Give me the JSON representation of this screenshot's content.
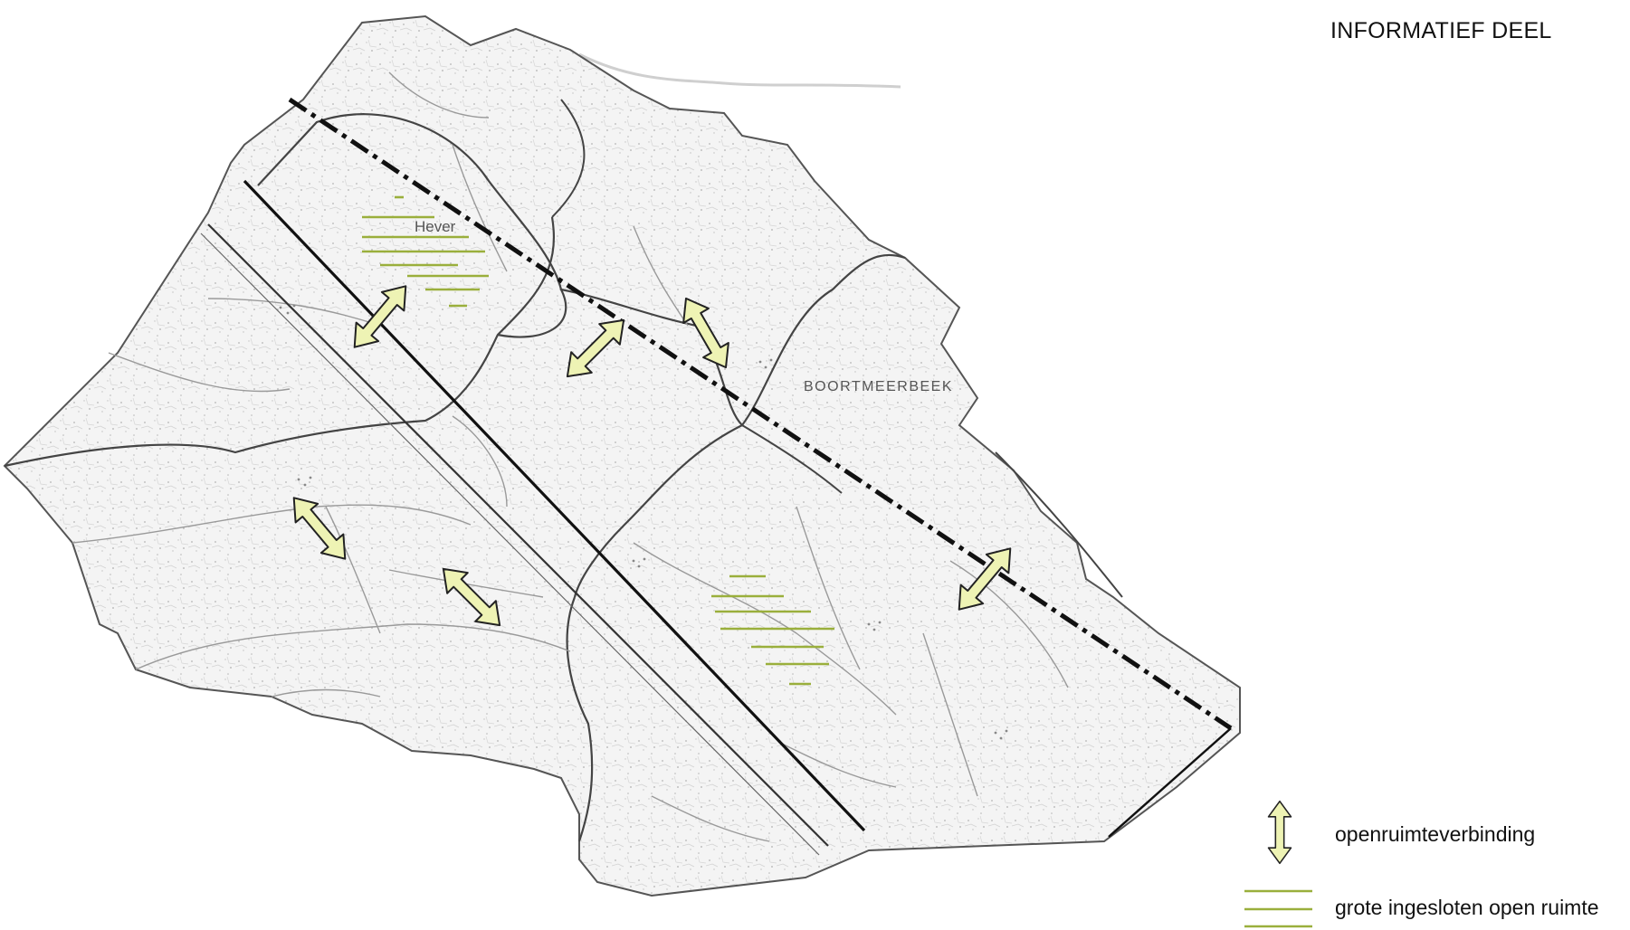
{
  "header": {
    "title": "INFORMATIEF DEEL"
  },
  "places": {
    "hever": "Hever",
    "boortmeerbeek": "BOORTMEERBEEK"
  },
  "legend": {
    "items": [
      {
        "icon": "double-arrow-icon",
        "label": "openruimteverbinding"
      },
      {
        "icon": "green-hatch-icon",
        "label": "grote ingesloten open ruimte"
      }
    ]
  },
  "colors": {
    "arrow_fill": "#eef3b4",
    "open_space_lines": "#9aaf3c",
    "boundary": "#444444",
    "railway": "#111111",
    "rural_texture": "#c8c8c8"
  }
}
